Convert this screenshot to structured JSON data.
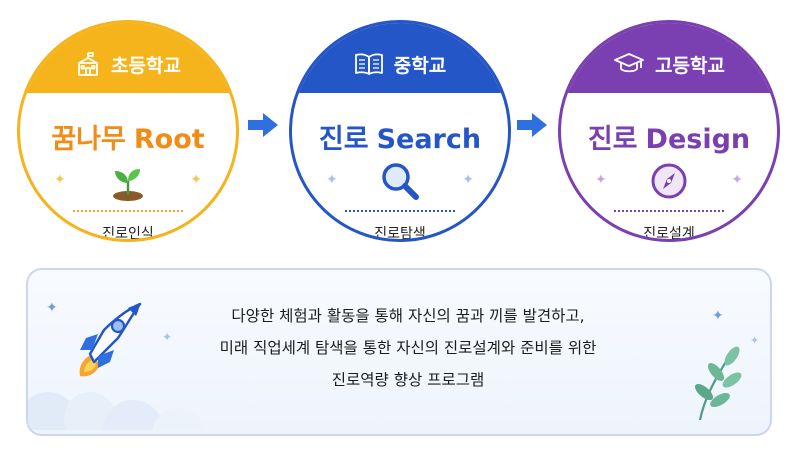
{
  "stages": [
    {
      "school": "초등학교",
      "title_main": "꿈나무",
      "title_en": "Root",
      "caption": "진로인식",
      "icon": "school-building-icon",
      "visual": "sprout-icon",
      "color": "#f5b31c",
      "title_color": "#f28c17"
    },
    {
      "school": "중학교",
      "title_main": "진로",
      "title_en": "Search",
      "caption": "진로탐색",
      "icon": "open-book-icon",
      "visual": "magnifier-icon",
      "color": "#2456c7",
      "title_color": "#2456c7"
    },
    {
      "school": "고등학교",
      "title_main": "진로",
      "title_en": "Design",
      "caption": "진로설계",
      "icon": "graduation-cap-icon",
      "visual": "compass-icon",
      "color": "#7a3fb0",
      "title_color": "#7a3fb0"
    }
  ],
  "arrow_color": "#2f6fe0",
  "description": {
    "lines": [
      "다양한 체험과 활동을 통해 자신의 꿈과 끼를 발견하고,",
      "미래 직업세계 탐색을 통한 자신의 진로설계와 준비를 위한",
      "진로역량 향상 프로그램"
    ],
    "left_art": "rocket-icon",
    "right_art": "leaf-branch-icon"
  }
}
